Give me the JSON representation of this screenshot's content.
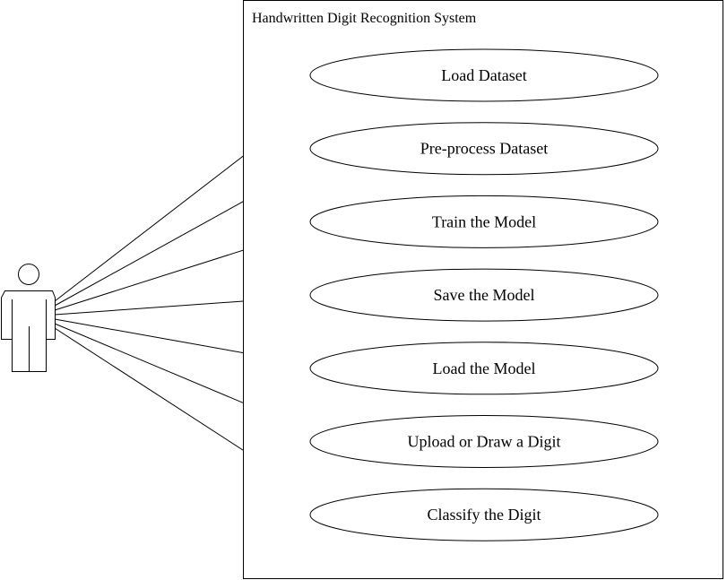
{
  "system": {
    "title": "Handwritten Digit Recognition System"
  },
  "use_cases": [
    {
      "label": "Load Dataset"
    },
    {
      "label": "Pre-process Dataset"
    },
    {
      "label": "Train the Model"
    },
    {
      "label": "Save the Model"
    },
    {
      "label": "Load the Model"
    },
    {
      "label": "Upload or Draw a Digit"
    },
    {
      "label": "Classify the Digit"
    }
  ],
  "colors": {
    "stroke": "#000000",
    "background": "#ffffff"
  },
  "icons": {
    "actor": "stick-figure-actor-icon"
  }
}
